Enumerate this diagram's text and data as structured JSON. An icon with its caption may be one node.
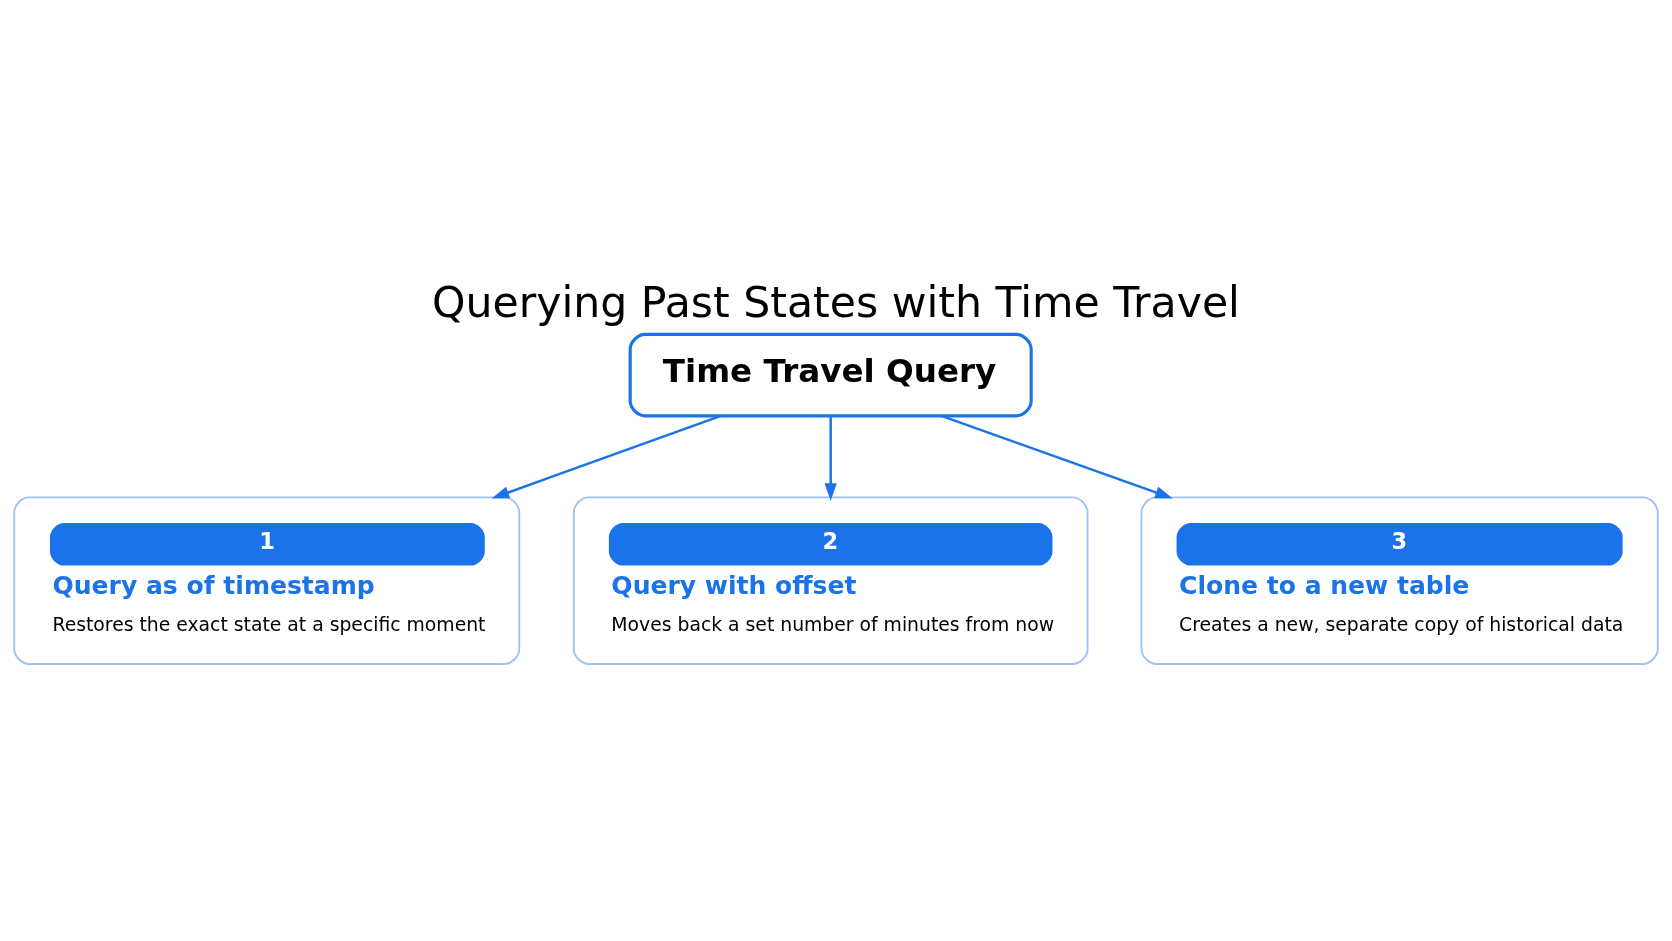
{
  "diagram": {
    "title": "Querying Past States with Time Travel",
    "nodes": [
      {
        "text": [
          "Time Travel Query"
        ]
      },
      {
        "text": [
          "1",
          "Query as of timestamp",
          "Restores the exact state at a specific moment"
        ]
      },
      {
        "text": [
          "2",
          "Query with offset",
          "Moves back a set number of minutes from now"
        ]
      },
      {
        "text": [
          "3",
          "Clone to a new table",
          "Creates a new, separate copy of historical data"
        ]
      }
    ],
    "edges": [
      {
        "from": 0,
        "to": 1,
        "arrow": "to"
      },
      {
        "from": 0,
        "to": 2,
        "arrow": "to"
      },
      {
        "from": 0,
        "to": 3,
        "arrow": "to"
      }
    ]
  }
}
